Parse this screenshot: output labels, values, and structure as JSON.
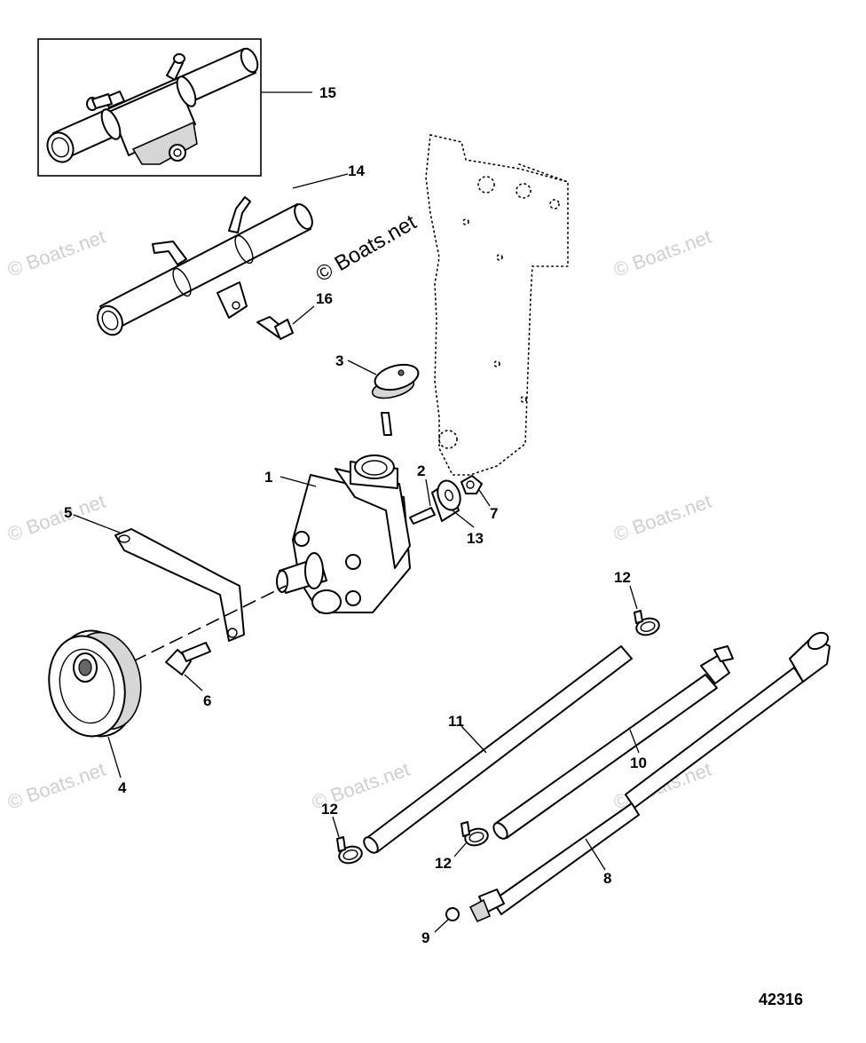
{
  "watermark": {
    "main": "© Boats.net",
    "faint": "© Boats.net"
  },
  "figure_number": "42316",
  "callouts": {
    "c1": "1",
    "c2": "2",
    "c3": "3",
    "c4": "4",
    "c5": "5",
    "c6": "6",
    "c7": "7",
    "c8": "8",
    "c9": "9",
    "c10": "10",
    "c11": "11",
    "c12a": "12",
    "c12b": "12",
    "c12c": "12",
    "c13": "13",
    "c14": "14",
    "c15": "15",
    "c16": "16"
  }
}
